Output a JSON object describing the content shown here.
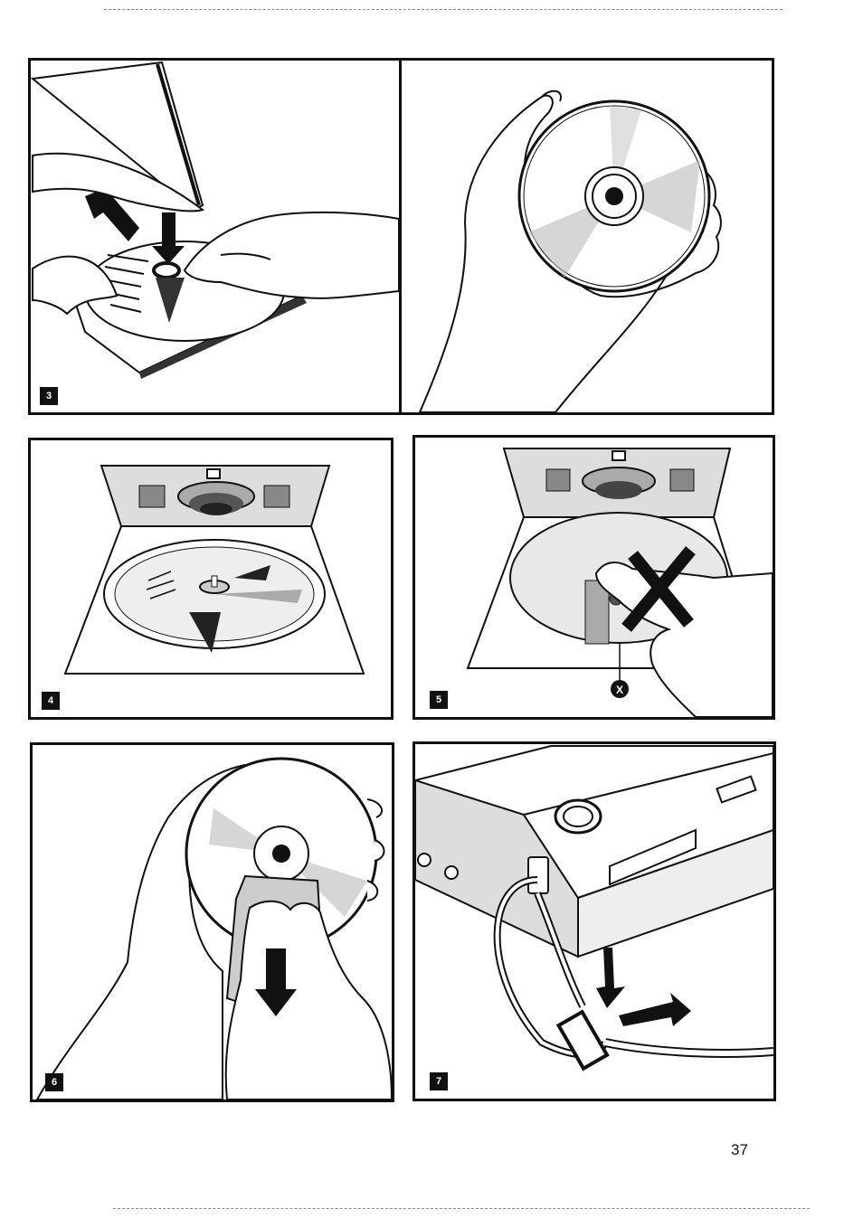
{
  "panels": [
    {
      "id": "p3",
      "step": "3",
      "illustration": "remove-disc-from-case"
    },
    {
      "id": "p-hold",
      "step": "",
      "illustration": "hold-disc-by-edges"
    },
    {
      "id": "p4",
      "step": "4",
      "illustration": "place-disc-label-up"
    },
    {
      "id": "p5",
      "step": "5",
      "illustration": "do-not-touch-lens"
    },
    {
      "id": "p6",
      "step": "6",
      "illustration": "wipe-disc-outward"
    },
    {
      "id": "p7",
      "step": "7",
      "illustration": "attach-carrying-strap"
    }
  ],
  "lens_warning_marker": "X",
  "page_number": "37"
}
